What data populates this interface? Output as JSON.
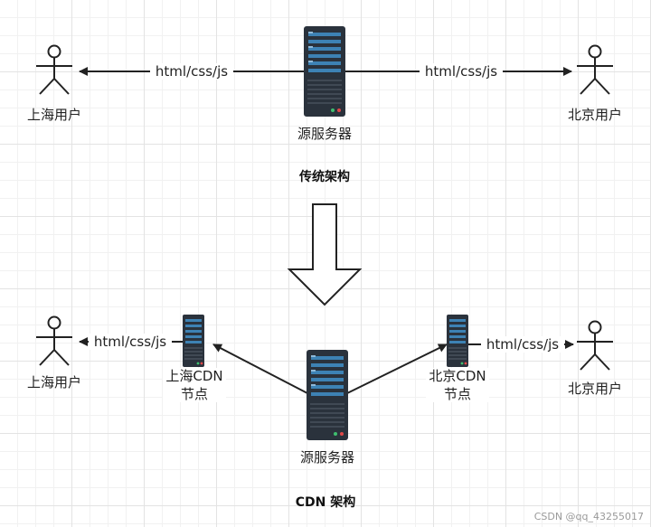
{
  "traditional": {
    "title": "传统架构",
    "origin_label": "源服务器",
    "left_user_label": "上海用户",
    "right_user_label": "北京用户",
    "left_edge_label": "html/css/js",
    "right_edge_label": "html/css/js"
  },
  "cdn": {
    "title": "CDN 架构",
    "origin_label": "源服务器",
    "left_user_label": "上海用户",
    "right_user_label": "北京用户",
    "left_node_label_line1": "上海CDN",
    "left_node_label_line2": "节点",
    "right_node_label_line1": "北京CDN",
    "right_node_label_line2": "节点",
    "left_edge_label": "html/css/js",
    "right_edge_label": "html/css/js"
  },
  "watermark": "CSDN @qq_43255017",
  "colors": {
    "server_body": "#2a323c",
    "server_panel": "#3d82b4",
    "server_led_green": "#3fbf6f",
    "server_led_red": "#e04848"
  }
}
